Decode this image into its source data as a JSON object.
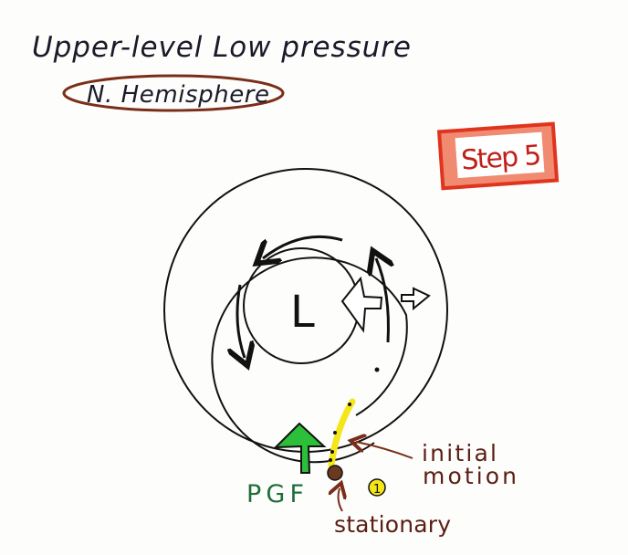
{
  "title": "Upper-level Low pressure",
  "subtitle": "N. Hemisphere",
  "step_label": "Step 5",
  "center_label": "L",
  "force_label": "PGF",
  "motion_label_line1": "initial",
  "motion_label_line2": "motion",
  "stationary_label": "stationary",
  "marker_label": "1",
  "colors": {
    "ink": "#111111",
    "title_ink": "#1a1a2a",
    "brown": "#7a2e1a",
    "green": "#22a03a",
    "green_text": "#1f6e3a",
    "red": "#e0341e",
    "yellow": "#f5e61a",
    "dot": "#6b3a1e"
  }
}
